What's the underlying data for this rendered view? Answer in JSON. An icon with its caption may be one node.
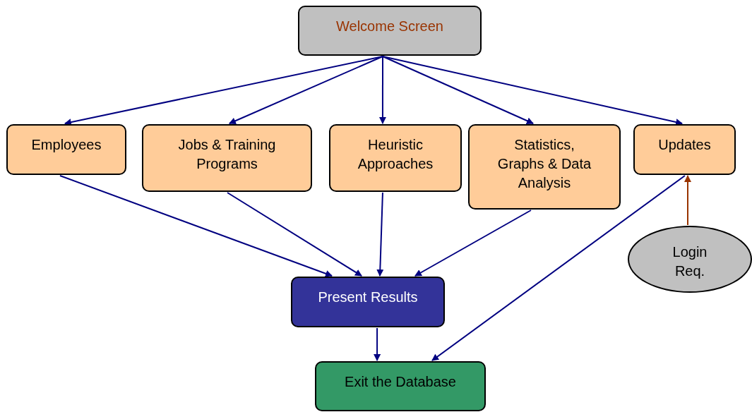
{
  "diagram": {
    "nodes": [
      {
        "text": [
          "Welcome Screen"
        ]
      },
      {
        "text": [
          "Employees"
        ]
      },
      {
        "text": [
          "Jobs & Training Programs"
        ]
      },
      {
        "text": [
          "Heuristic Approaches"
        ]
      },
      {
        "text": [
          "Statistics, Graphs & Data Analysis"
        ]
      },
      {
        "text": [
          "Updates"
        ]
      },
      {
        "text": [
          "Login Req."
        ]
      },
      {
        "text": [
          "Present Results"
        ]
      },
      {
        "text": [
          "Exit the Database"
        ]
      }
    ],
    "edges": [
      {
        "from": 0,
        "to": 1,
        "arrow": "to"
      },
      {
        "from": 0,
        "to": 2,
        "arrow": "to"
      },
      {
        "from": 0,
        "to": 3,
        "arrow": "to"
      },
      {
        "from": 0,
        "to": 4,
        "arrow": "to"
      },
      {
        "from": 0,
        "to": 5,
        "arrow": "to"
      },
      {
        "from": 1,
        "to": 7,
        "arrow": "to"
      },
      {
        "from": 2,
        "to": 7,
        "arrow": "to"
      },
      {
        "from": 3,
        "to": 7,
        "arrow": "to"
      },
      {
        "from": 4,
        "to": 7,
        "arrow": "to"
      },
      {
        "from": 7,
        "to": 8,
        "arrow": "to"
      },
      {
        "from": 5,
        "to": 8,
        "arrow": "to"
      },
      {
        "from": 6,
        "to": 5,
        "arrow": "to",
        "color": "#993300"
      }
    ]
  }
}
